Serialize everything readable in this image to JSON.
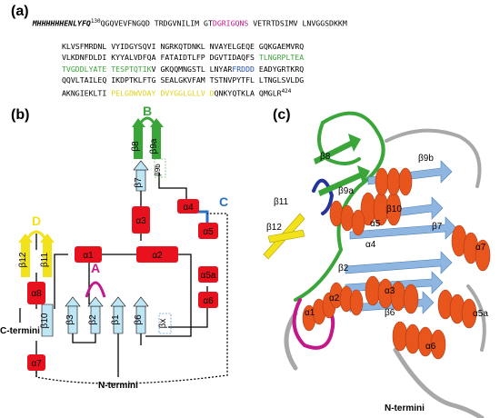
{
  "panels": {
    "a": "(a)",
    "b": "(b)",
    "c": "(c)"
  },
  "sequence": {
    "tag": "MHHHHHHENLYFQ",
    "start_number": "130",
    "end_number": "424",
    "colors": {
      "default": "#000000",
      "magenta": "#c2188a",
      "green": "#3aa63a",
      "blue": "#2350b4",
      "yellow": "#e0d21a"
    },
    "lines": [
      [
        {
          "t": "QGQVEVFNGQD TRDGVNILIM GT",
          "c": "default"
        },
        {
          "t": "DGRIGQNS",
          "c": "magenta"
        },
        {
          "t": " VETRTDSIMV LNVGGSDKKM",
          "c": "default"
        }
      ],
      [
        {
          "t": "KLVSFMRDNL VYIDGYSQVI NGRKQTDNKL NVAYELGEQE GQKGAEMVRQ",
          "c": "default"
        }
      ],
      [
        {
          "t": "VLKDNFDLDI KYYALVDFQA FATAIDTLFP DGVTIDAQFS ",
          "c": "default"
        },
        {
          "t": "TLNGRPLTEA",
          "c": "green"
        }
      ],
      [
        {
          "t": "TVGDDLYATE TESPTQTIK",
          "c": "green"
        },
        {
          "t": "V GKQQMNGSTL LNYAR",
          "c": "default"
        },
        {
          "t": "FRDDD",
          "c": "blue"
        },
        {
          "t": " EADYGRTKRQ",
          "c": "default"
        }
      ],
      [
        {
          "t": "QQVLTAILEQ IKDPTKLFTG SEALGKVFAM TSTNVPYTFL LTNGLSVLDG",
          "c": "default"
        }
      ],
      [
        {
          "t": "AKNGIEKLTI ",
          "c": "default"
        },
        {
          "t": "PELGDWVDAY DVYGGLGLLV D",
          "c": "yellow"
        },
        {
          "t": "QNKYQTKLA QMGLR",
          "c": "default"
        }
      ]
    ]
  },
  "topology": {
    "labels": {
      "beta8": "β8",
      "beta9a": "β9a",
      "beta9b": "β9b",
      "beta7": "β7",
      "beta12": "β12",
      "beta11": "β11",
      "beta10": "β10",
      "beta3": "β3",
      "beta2": "β2",
      "beta1": "β1",
      "beta6": "β6",
      "beta_x": "βx",
      "alpha1": "α1",
      "alpha2": "α2",
      "alpha3": "α3",
      "alpha4": "α4",
      "alpha5": "α5",
      "alpha5a": "α5a",
      "alpha6": "α6",
      "alpha7": "α7",
      "alpha8": "α8",
      "loop_A": "A",
      "loop_B": "B",
      "loop_C": "C",
      "loop_D": "D",
      "c_termini": "C-termini",
      "n_termini": "N-termini"
    },
    "colors": {
      "helix": "#e8111e",
      "strand": "#bfe6f5",
      "green": "#3aa63a",
      "yellow": "#f2e21a",
      "magenta": "#c2188a",
      "blue": "#2b6fbf"
    }
  },
  "structure": {
    "labels": {
      "beta8": "β8",
      "beta9b": "β9b",
      "beta9a": "β9a",
      "beta11": "β11",
      "beta12": "β12",
      "beta10": "β10",
      "beta7": "β7",
      "alpha5": "α5",
      "alpha4": "α4",
      "alpha7": "α7",
      "beta2": "β2",
      "alpha1": "α1",
      "alpha2": "α2",
      "alpha3": "α3",
      "beta6": "β6",
      "alpha5a": "α5a",
      "alpha6": "α6",
      "n_termini": "N-termini"
    },
    "colors": {
      "helix": "#e8561e",
      "strand": "#8fb6e0",
      "green": "#3aa63a",
      "yellow": "#f2e21a",
      "magenta": "#c2188a",
      "blue": "#23359b",
      "coil": "#a8a8a8"
    }
  }
}
